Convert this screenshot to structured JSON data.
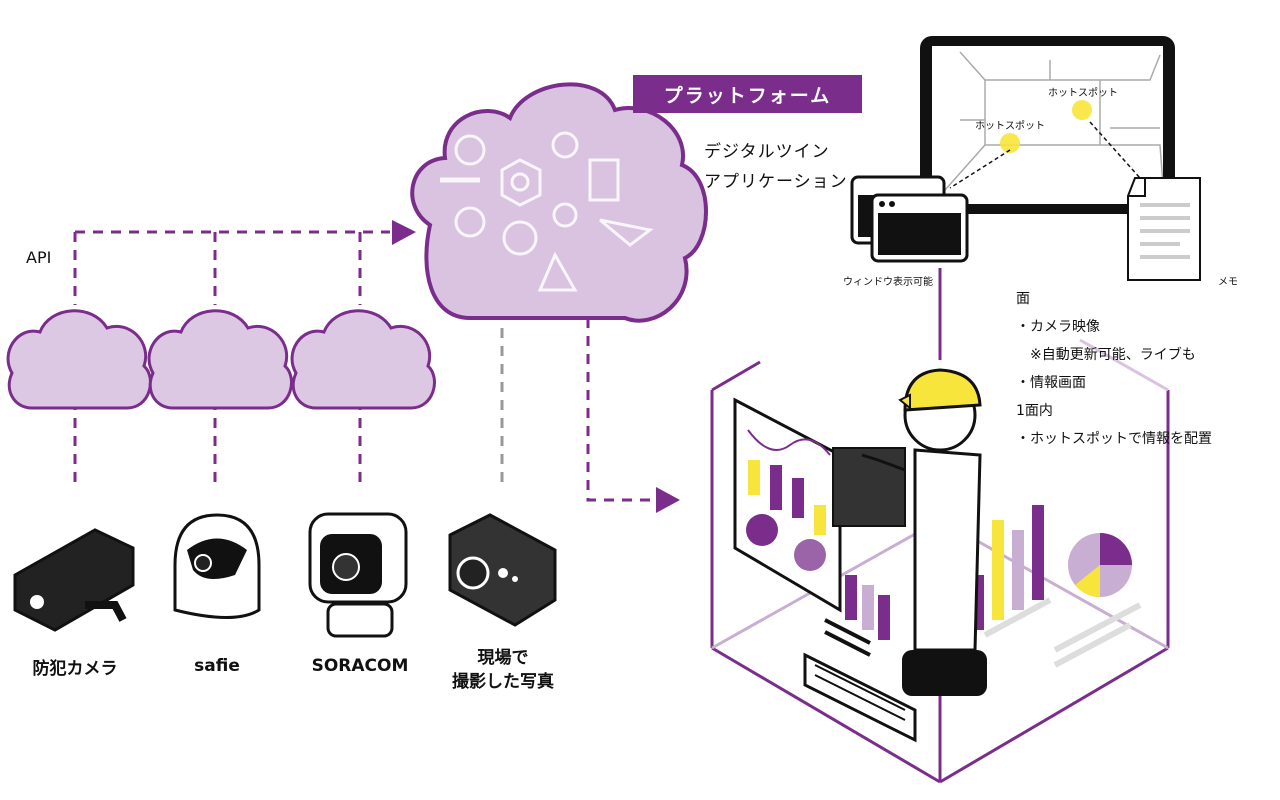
{
  "platform": {
    "badge": "プラットフォーム"
  },
  "api_label": "API",
  "digital_twin": {
    "line1": "デジタルツイン",
    "line2": "アプリケーション"
  },
  "tablet": {
    "hotspot_1": "ホットスポット",
    "hotspot_2": "ホットスポット"
  },
  "window_label": "ウィンドウ表示可能",
  "memo_label": "メモ",
  "features": [
    "面",
    "・カメラ映像",
    "　※自動更新可能、ライブも",
    "・情報画面",
    "1面内",
    "・ホットスポットで情報を配置"
  ],
  "devices": [
    {
      "line1": "防犯カメラ",
      "line2": ""
    },
    {
      "line1": "safie",
      "line2": ""
    },
    {
      "line1": "SORACOM",
      "line2": ""
    },
    {
      "line1": "現場で",
      "line2": "撮影した写真"
    }
  ],
  "colors": {
    "purple": "#7b2d8b",
    "lavender": "#ddc8e3",
    "yellow": "#f7e53b",
    "grey": "#999999"
  }
}
